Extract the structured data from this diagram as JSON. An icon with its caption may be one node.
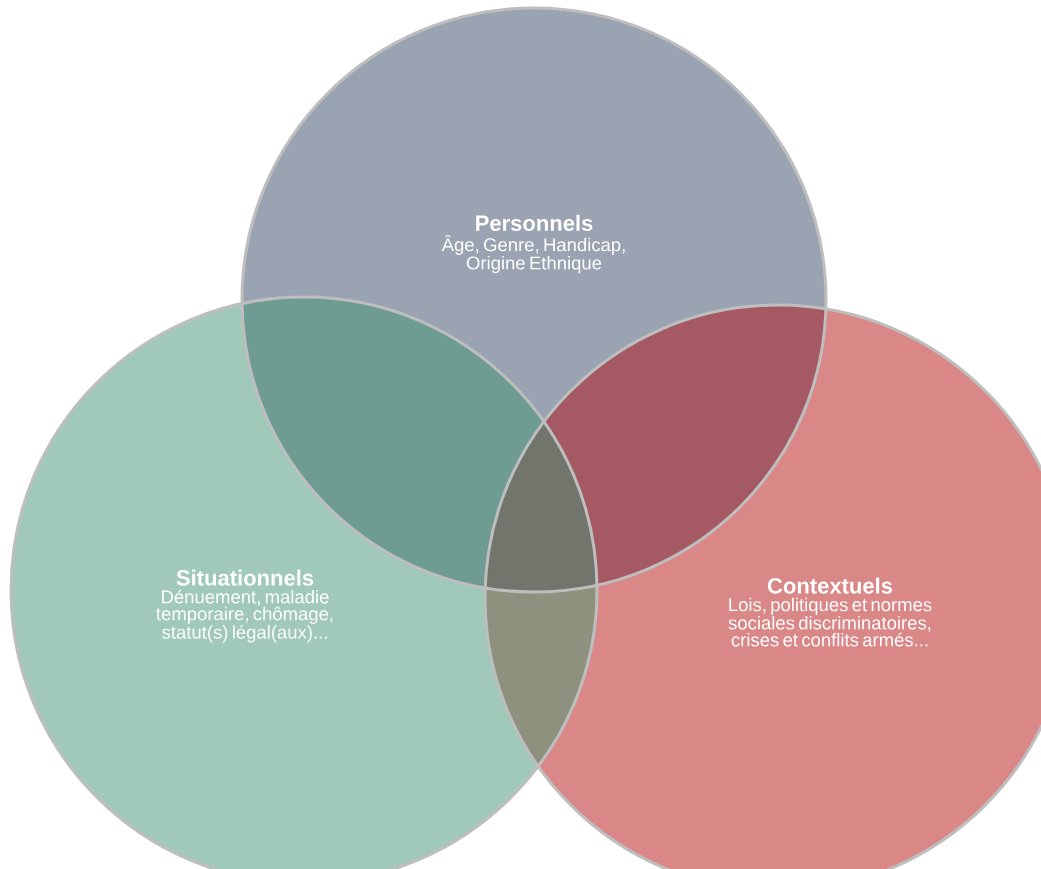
{
  "diagram": {
    "nodes": [
      {
        "text": [
          "Personnels",
          "Âge, Genre, Handicap, Origine Ethnique"
        ]
      },
      {
        "text": [
          "Situationnels",
          "Dénuement, maladie temporaire, chômage, statut(s) légal(aux)..."
        ]
      },
      {
        "text": [
          "Contextuels",
          "Lois, politiques et normes sociales discriminatoires, crises et conflits armés..."
        ]
      }
    ]
  }
}
